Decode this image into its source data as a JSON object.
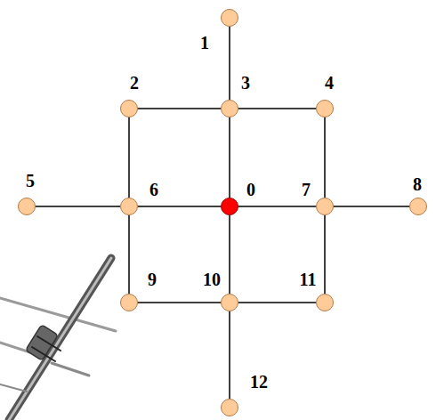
{
  "diagram": {
    "nodes": [
      {
        "text": [
          "1"
        ]
      },
      {
        "text": [
          "2"
        ]
      },
      {
        "text": [
          "3"
        ]
      },
      {
        "text": [
          "4"
        ]
      },
      {
        "text": [
          "5"
        ]
      },
      {
        "text": [
          "6"
        ]
      },
      {
        "text": [
          "0"
        ]
      },
      {
        "text": [
          "7"
        ]
      },
      {
        "text": [
          "8"
        ]
      },
      {
        "text": [
          "9"
        ]
      },
      {
        "text": [
          "10"
        ]
      },
      {
        "text": [
          "11"
        ]
      },
      {
        "text": [
          "12"
        ]
      }
    ],
    "edges": [
      {
        "from": 0,
        "to": 2,
        "arrow": "none"
      },
      {
        "from": 1,
        "to": 2,
        "arrow": "none"
      },
      {
        "from": 2,
        "to": 3,
        "arrow": "none"
      },
      {
        "from": 1,
        "to": 5,
        "arrow": "none"
      },
      {
        "from": 3,
        "to": 7,
        "arrow": "none"
      },
      {
        "from": 2,
        "to": 6,
        "arrow": "none"
      },
      {
        "from": 4,
        "to": 5,
        "arrow": "none"
      },
      {
        "from": 5,
        "to": 6,
        "arrow": "none"
      },
      {
        "from": 6,
        "to": 7,
        "arrow": "none"
      },
      {
        "from": 7,
        "to": 8,
        "arrow": "none"
      },
      {
        "from": 5,
        "to": 9,
        "arrow": "none"
      },
      {
        "from": 6,
        "to": 10,
        "arrow": "none"
      },
      {
        "from": 7,
        "to": 11,
        "arrow": "none"
      },
      {
        "from": 9,
        "to": 10,
        "arrow": "none"
      },
      {
        "from": 10,
        "to": 11,
        "arrow": "none"
      },
      {
        "from": 10,
        "to": 12,
        "arrow": "none"
      }
    ]
  }
}
